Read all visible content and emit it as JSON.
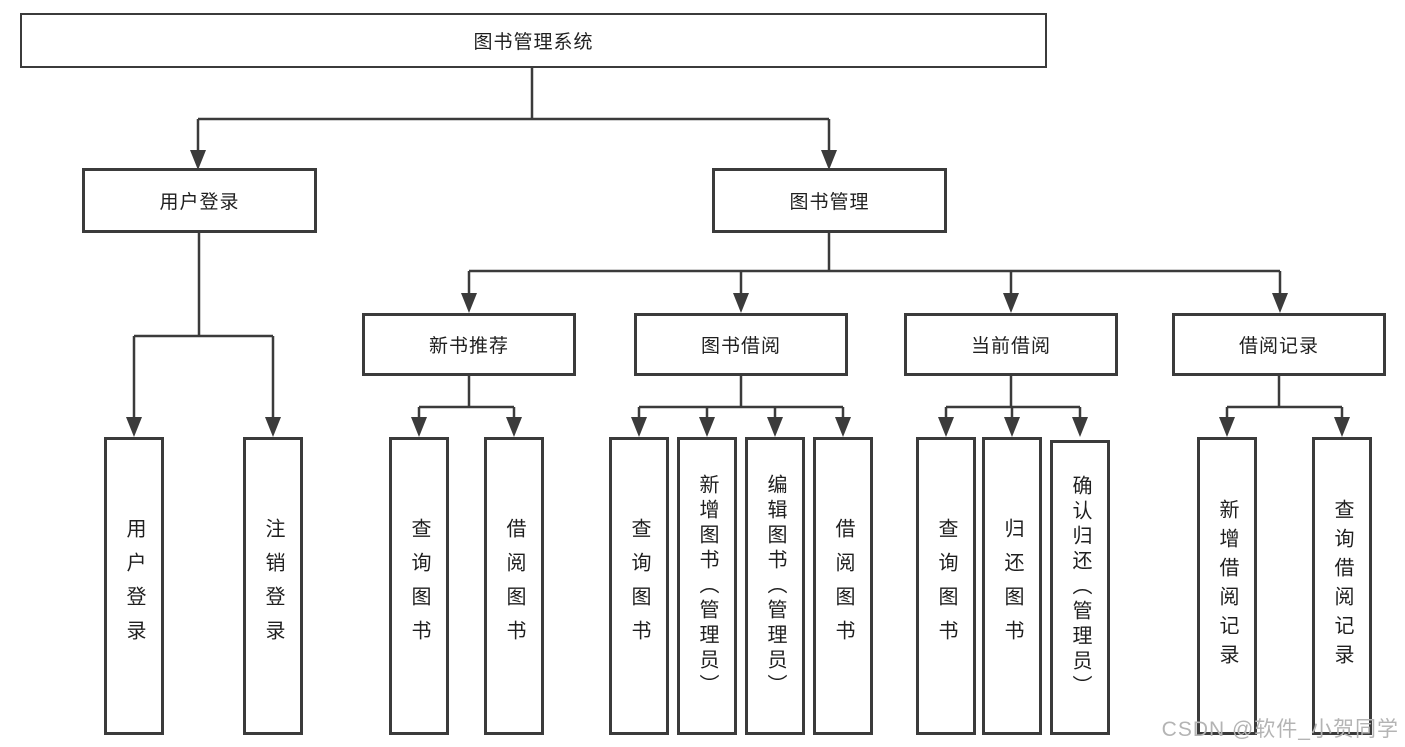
{
  "tree": {
    "label": "图书管理系统",
    "children": [
      {
        "label": "用户登录",
        "children": [
          {
            "label": "用户登录"
          },
          {
            "label": "注销登录"
          }
        ]
      },
      {
        "label": "图书管理",
        "children": [
          {
            "label": "新书推荐",
            "children": [
              {
                "label": "查询图书"
              },
              {
                "label": "借阅图书"
              }
            ]
          },
          {
            "label": "图书借阅",
            "children": [
              {
                "label": "查询图书"
              },
              {
                "label": "新增图书（管理员）"
              },
              {
                "label": "编辑图书（管理员）"
              },
              {
                "label": "借阅图书"
              }
            ]
          },
          {
            "label": "当前借阅",
            "children": [
              {
                "label": "查询图书"
              },
              {
                "label": "归还图书"
              },
              {
                "label": "确认归还（管理员）"
              }
            ]
          },
          {
            "label": "借阅记录",
            "children": [
              {
                "label": "新增借阅记录"
              },
              {
                "label": "查询借阅记录"
              }
            ]
          }
        ]
      }
    ]
  },
  "watermark": {
    "text": "CSDN @软件_小贺同学"
  },
  "colors": {
    "stroke": "#3b3b3b",
    "text": "#1f1f1f",
    "background": "#ffffff",
    "watermark": "#b4b4b4"
  }
}
